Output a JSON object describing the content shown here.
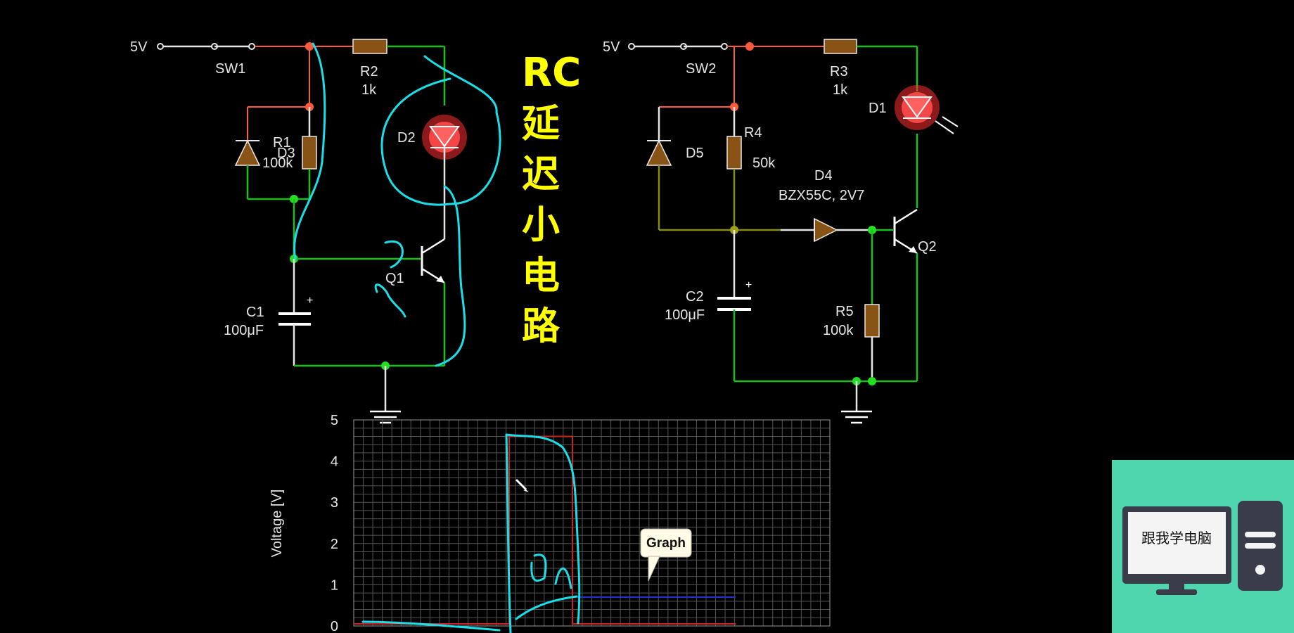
{
  "title": {
    "latin": "RC",
    "chars": [
      "延",
      "迟",
      "小",
      "电",
      "路"
    ]
  },
  "circuit_left": {
    "supply": "5V",
    "switch": "SW1",
    "r2": {
      "name": "R2",
      "value": "1k"
    },
    "r1": {
      "name": "R1",
      "value": "100k"
    },
    "d3": "D3",
    "d2": "D2",
    "q1": "Q1",
    "c1": {
      "name": "C1",
      "value": "100μF"
    }
  },
  "circuit_right": {
    "supply": "5V",
    "switch": "SW2",
    "r3": {
      "name": "R3",
      "value": "1k"
    },
    "r4": {
      "name": "R4",
      "value": "50k"
    },
    "d5": "D5",
    "d1": "D1",
    "d4": {
      "name": "D4",
      "value": "BZX55C, 2V7"
    },
    "q2": "Q2",
    "c2": {
      "name": "C2",
      "value": "100μF"
    },
    "r5": {
      "name": "R5",
      "value": "100k"
    }
  },
  "graph": {
    "ylabel": "Voltage [V]",
    "yticks": [
      "5",
      "4",
      "3",
      "2",
      "1",
      "0"
    ],
    "tooltip": "Graph",
    "colors": {
      "red_trace": "#cc2222",
      "blue_trace": "#2233cc",
      "grid": "#555555"
    },
    "traces": {
      "red": {
        "baseline": 0,
        "pulse_high": 4.6
      },
      "blue": {
        "level": 0.7
      }
    }
  },
  "logo": {
    "text": "跟我学电脑",
    "colors": {
      "background": "#4fd6ae"
    }
  }
}
